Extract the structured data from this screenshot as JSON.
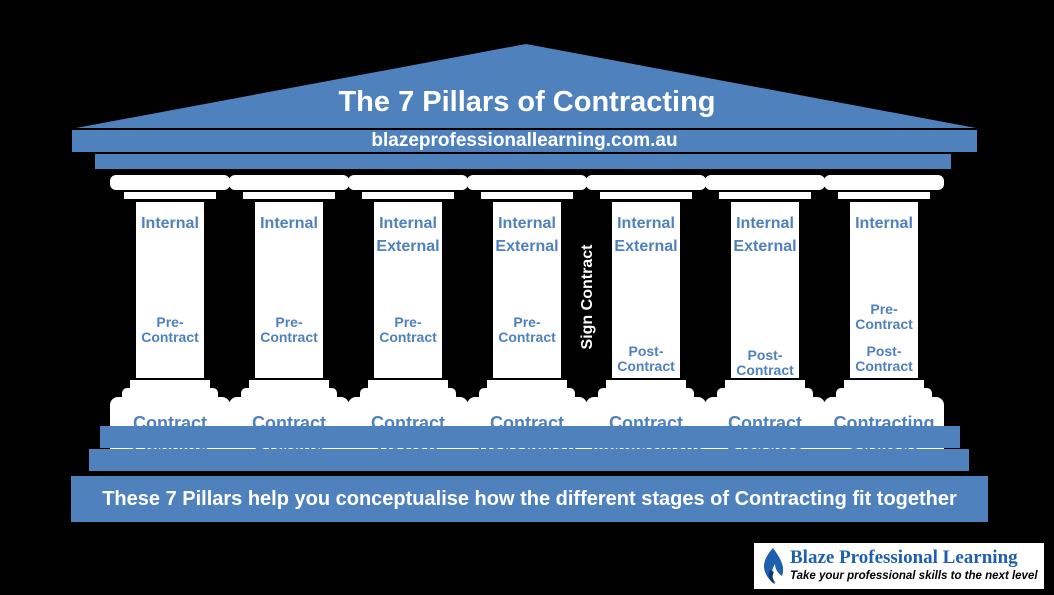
{
  "header": {
    "title": "The 7 Pillars of Contracting",
    "website": "blazeprofessionallearning.com.au"
  },
  "divider_label": "Sign Contract",
  "pillars": [
    {
      "name_line1": "Contract",
      "name_line2": "Planning",
      "scope": [
        "Internal"
      ],
      "stages": [
        [
          "Pre-",
          "Contract"
        ]
      ]
    },
    {
      "name_line1": "Contract",
      "name_line2": "Drafting",
      "scope": [
        "Internal"
      ],
      "stages": [
        [
          "Pre-",
          "Contract"
        ]
      ]
    },
    {
      "name_line1": "Contract",
      "name_line2": "Review",
      "scope": [
        "Internal",
        "External"
      ],
      "stages": [
        [
          "Pre-",
          "Contract"
        ]
      ]
    },
    {
      "name_line1": "Contract",
      "name_line2": "Negotiation",
      "scope": [
        "Internal",
        "External"
      ],
      "stages": [
        [
          "Pre-",
          "Contract"
        ]
      ]
    },
    {
      "name_line1": "Contract",
      "name_line2": "Management",
      "scope": [
        "Internal",
        "External"
      ],
      "stages": [
        [
          "Post-",
          "Contract"
        ]
      ]
    },
    {
      "name_line1": "Contract",
      "name_line2": "Disputes",
      "scope": [
        "Internal",
        "External"
      ],
      "stages": [
        [
          "Post-",
          "Contract"
        ]
      ]
    },
    {
      "name_line1": "Contracting",
      "name_line2": "Strategy",
      "scope": [
        "Internal"
      ],
      "stages": [
        [
          "Pre-",
          "Contract"
        ],
        [
          "Post-",
          "Contract"
        ]
      ]
    }
  ],
  "footer": {
    "banner": "These 7 Pillars help you conceptualise how the different stages of Contracting fit together"
  },
  "logo": {
    "name": "Blaze Professional Learning",
    "tagline": "Take your professional skills to the next level"
  },
  "colors": {
    "primary_blue": "#4f81bd",
    "background": "#000000",
    "pillar": "#ffffff"
  }
}
